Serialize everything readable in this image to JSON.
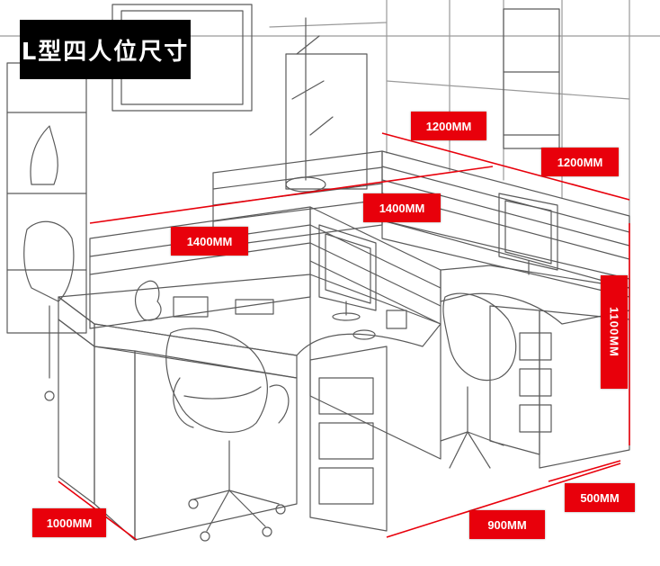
{
  "title": "L型四人位尺寸",
  "dimensions": {
    "depth_back_a": "1200MM",
    "depth_back_b": "1200MM",
    "width_back": "1400MM",
    "width_front": "1400MM",
    "height": "1100MM",
    "return_depth": "500MM",
    "return_width": "900MM",
    "desk_depth": "1000MM"
  },
  "colors": {
    "label_bg": "#e8000b",
    "title_bg": "#000000",
    "sketch_line": "#555555"
  }
}
